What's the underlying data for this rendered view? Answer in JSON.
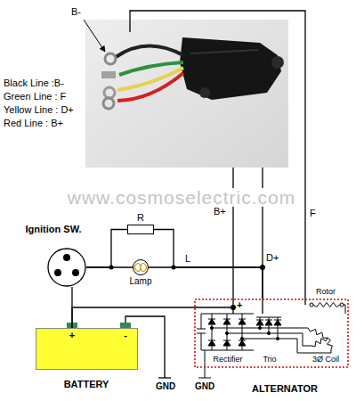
{
  "diagram": {
    "nodes": [
      {
        "text": [
          "Ignition SW."
        ]
      },
      {
        "text": [
          "R"
        ]
      },
      {
        "text": [
          "Lamp"
        ]
      },
      {
        "text": [
          "+",
          "-",
          "BATTERY"
        ]
      },
      {
        "text": [
          "ALTERNATOR"
        ]
      }
    ],
    "edges": [
      {
        "from": 0,
        "to": 1,
        "arrow": "none"
      },
      {
        "from": 0,
        "to": 2,
        "arrow": "none"
      },
      {
        "from": 1,
        "to": 4,
        "arrow": "none"
      },
      {
        "from": 2,
        "to": 4,
        "arrow": "none"
      },
      {
        "from": 3,
        "to": 0,
        "arrow": "none"
      },
      {
        "from": 3,
        "to": 4,
        "arrow": "none"
      }
    ],
    "labels": [
      "B-",
      "Black Line :B-",
      "Green Line : F",
      "Yellow Line : D+",
      "Red Line : B+",
      "www.cosmoselectric.com",
      "L",
      "B+",
      "D+",
      "F",
      "+",
      "Rotor",
      "Rectifier",
      "Trio",
      "3Ø Coil",
      "GND",
      "GND"
    ]
  }
}
